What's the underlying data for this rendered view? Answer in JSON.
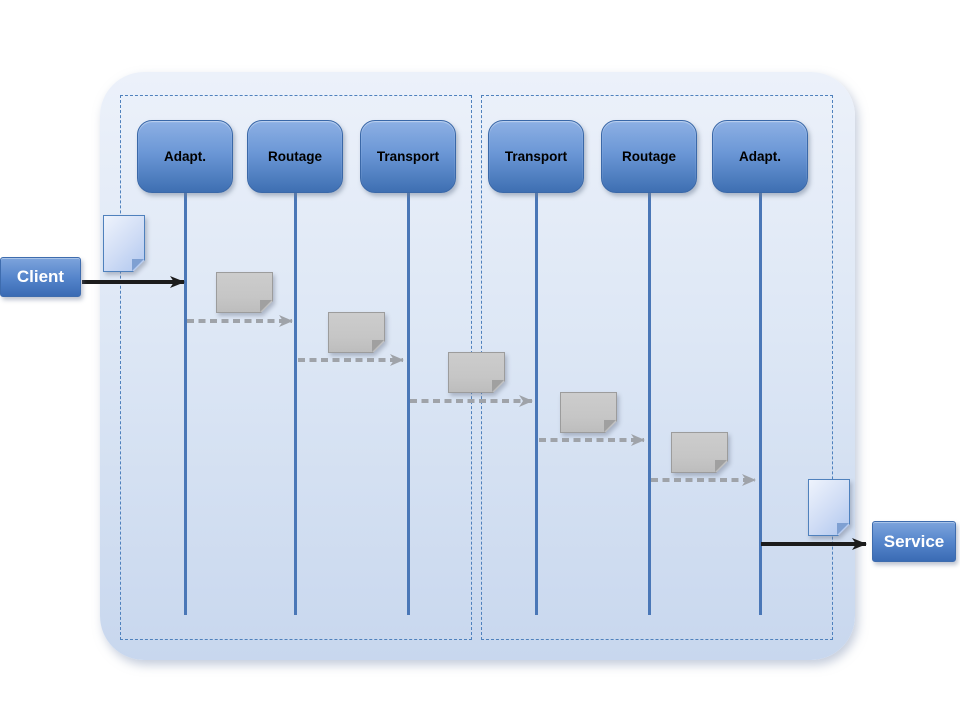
{
  "slide": {
    "lanes": [
      {
        "label": "Adapt."
      },
      {
        "label": "Routage"
      },
      {
        "label": "Transport"
      },
      {
        "label": "Transport"
      },
      {
        "label": "Routage"
      },
      {
        "label": "Adapt."
      }
    ],
    "actors": {
      "client": {
        "label": "Client"
      },
      "service": {
        "label": "Service"
      }
    },
    "icons": {
      "inbound_message": "document-icon",
      "outbound_message": "document-icon",
      "hop_messages": [
        "document-icon",
        "document-icon",
        "document-icon",
        "document-icon",
        "document-icon"
      ]
    },
    "colors": {
      "panel_top": "#ecf1fa",
      "panel_bottom": "#c8d7ee",
      "region_border": "#4f81bd",
      "lane_top": "#8db0e4",
      "lane_bottom": "#3e6fb2",
      "lane_border": "#3a68a8",
      "lifeline": "#4a77b7",
      "actor_top": "#7da4dc",
      "actor_bottom": "#3a6bb4",
      "actor_text": "#ffffff",
      "doc_gray": "#c6c6c6",
      "doc_gray_border": "#9c9c9c",
      "doc_blue_top": "#eef3fc",
      "doc_blue_bottom": "#b0c7ef",
      "doc_blue_border": "#4f81bd",
      "arrow_black": "#1c1c1c",
      "arrow_gray": "#9fa3a9"
    }
  }
}
